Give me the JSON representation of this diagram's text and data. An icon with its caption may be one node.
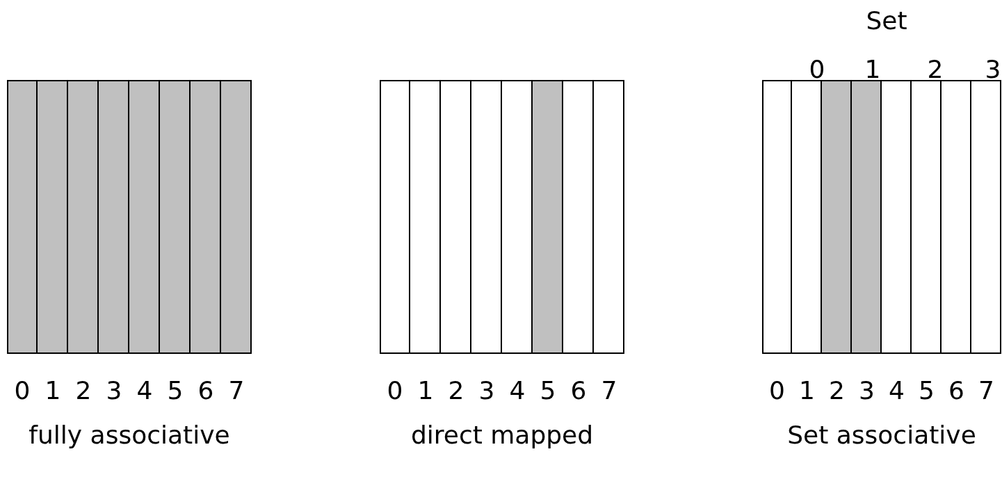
{
  "diagram": {
    "nodes": [
      {
        "text": [
          "fully associative"
        ]
      },
      {
        "text": [
          "0"
        ],
        "in": 0
      },
      {
        "text": [
          "1"
        ],
        "in": 0
      },
      {
        "text": [
          "2"
        ],
        "in": 0
      },
      {
        "text": [
          "3"
        ],
        "in": 0
      },
      {
        "text": [
          "4"
        ],
        "in": 0
      },
      {
        "text": [
          "5"
        ],
        "in": 0
      },
      {
        "text": [
          "6"
        ],
        "in": 0
      },
      {
        "text": [
          "7"
        ],
        "in": 0
      },
      {
        "text": [
          "direct mapped"
        ]
      },
      {
        "text": [
          "0"
        ],
        "in": 9
      },
      {
        "text": [
          "1"
        ],
        "in": 9
      },
      {
        "text": [
          "2"
        ],
        "in": 9
      },
      {
        "text": [
          "3"
        ],
        "in": 9
      },
      {
        "text": [
          "4"
        ],
        "in": 9
      },
      {
        "text": [
          "5"
        ],
        "in": 9
      },
      {
        "text": [
          "6"
        ],
        "in": 9
      },
      {
        "text": [
          "7"
        ],
        "in": 9
      },
      {
        "text": [
          "Set associative"
        ]
      },
      {
        "text": [
          "0"
        ],
        "in": 18
      },
      {
        "text": [
          "1"
        ],
        "in": 18
      },
      {
        "text": [
          "2"
        ],
        "in": 18
      },
      {
        "text": [
          "3"
        ],
        "in": 18
      },
      {
        "text": [
          "4"
        ],
        "in": 18
      },
      {
        "text": [
          "5"
        ],
        "in": 18
      },
      {
        "text": [
          "6"
        ],
        "in": 18
      },
      {
        "text": [
          "7"
        ],
        "in": 18
      }
    ],
    "labels": [
      "Set",
      "0",
      "1",
      "2",
      "3"
    ]
  }
}
